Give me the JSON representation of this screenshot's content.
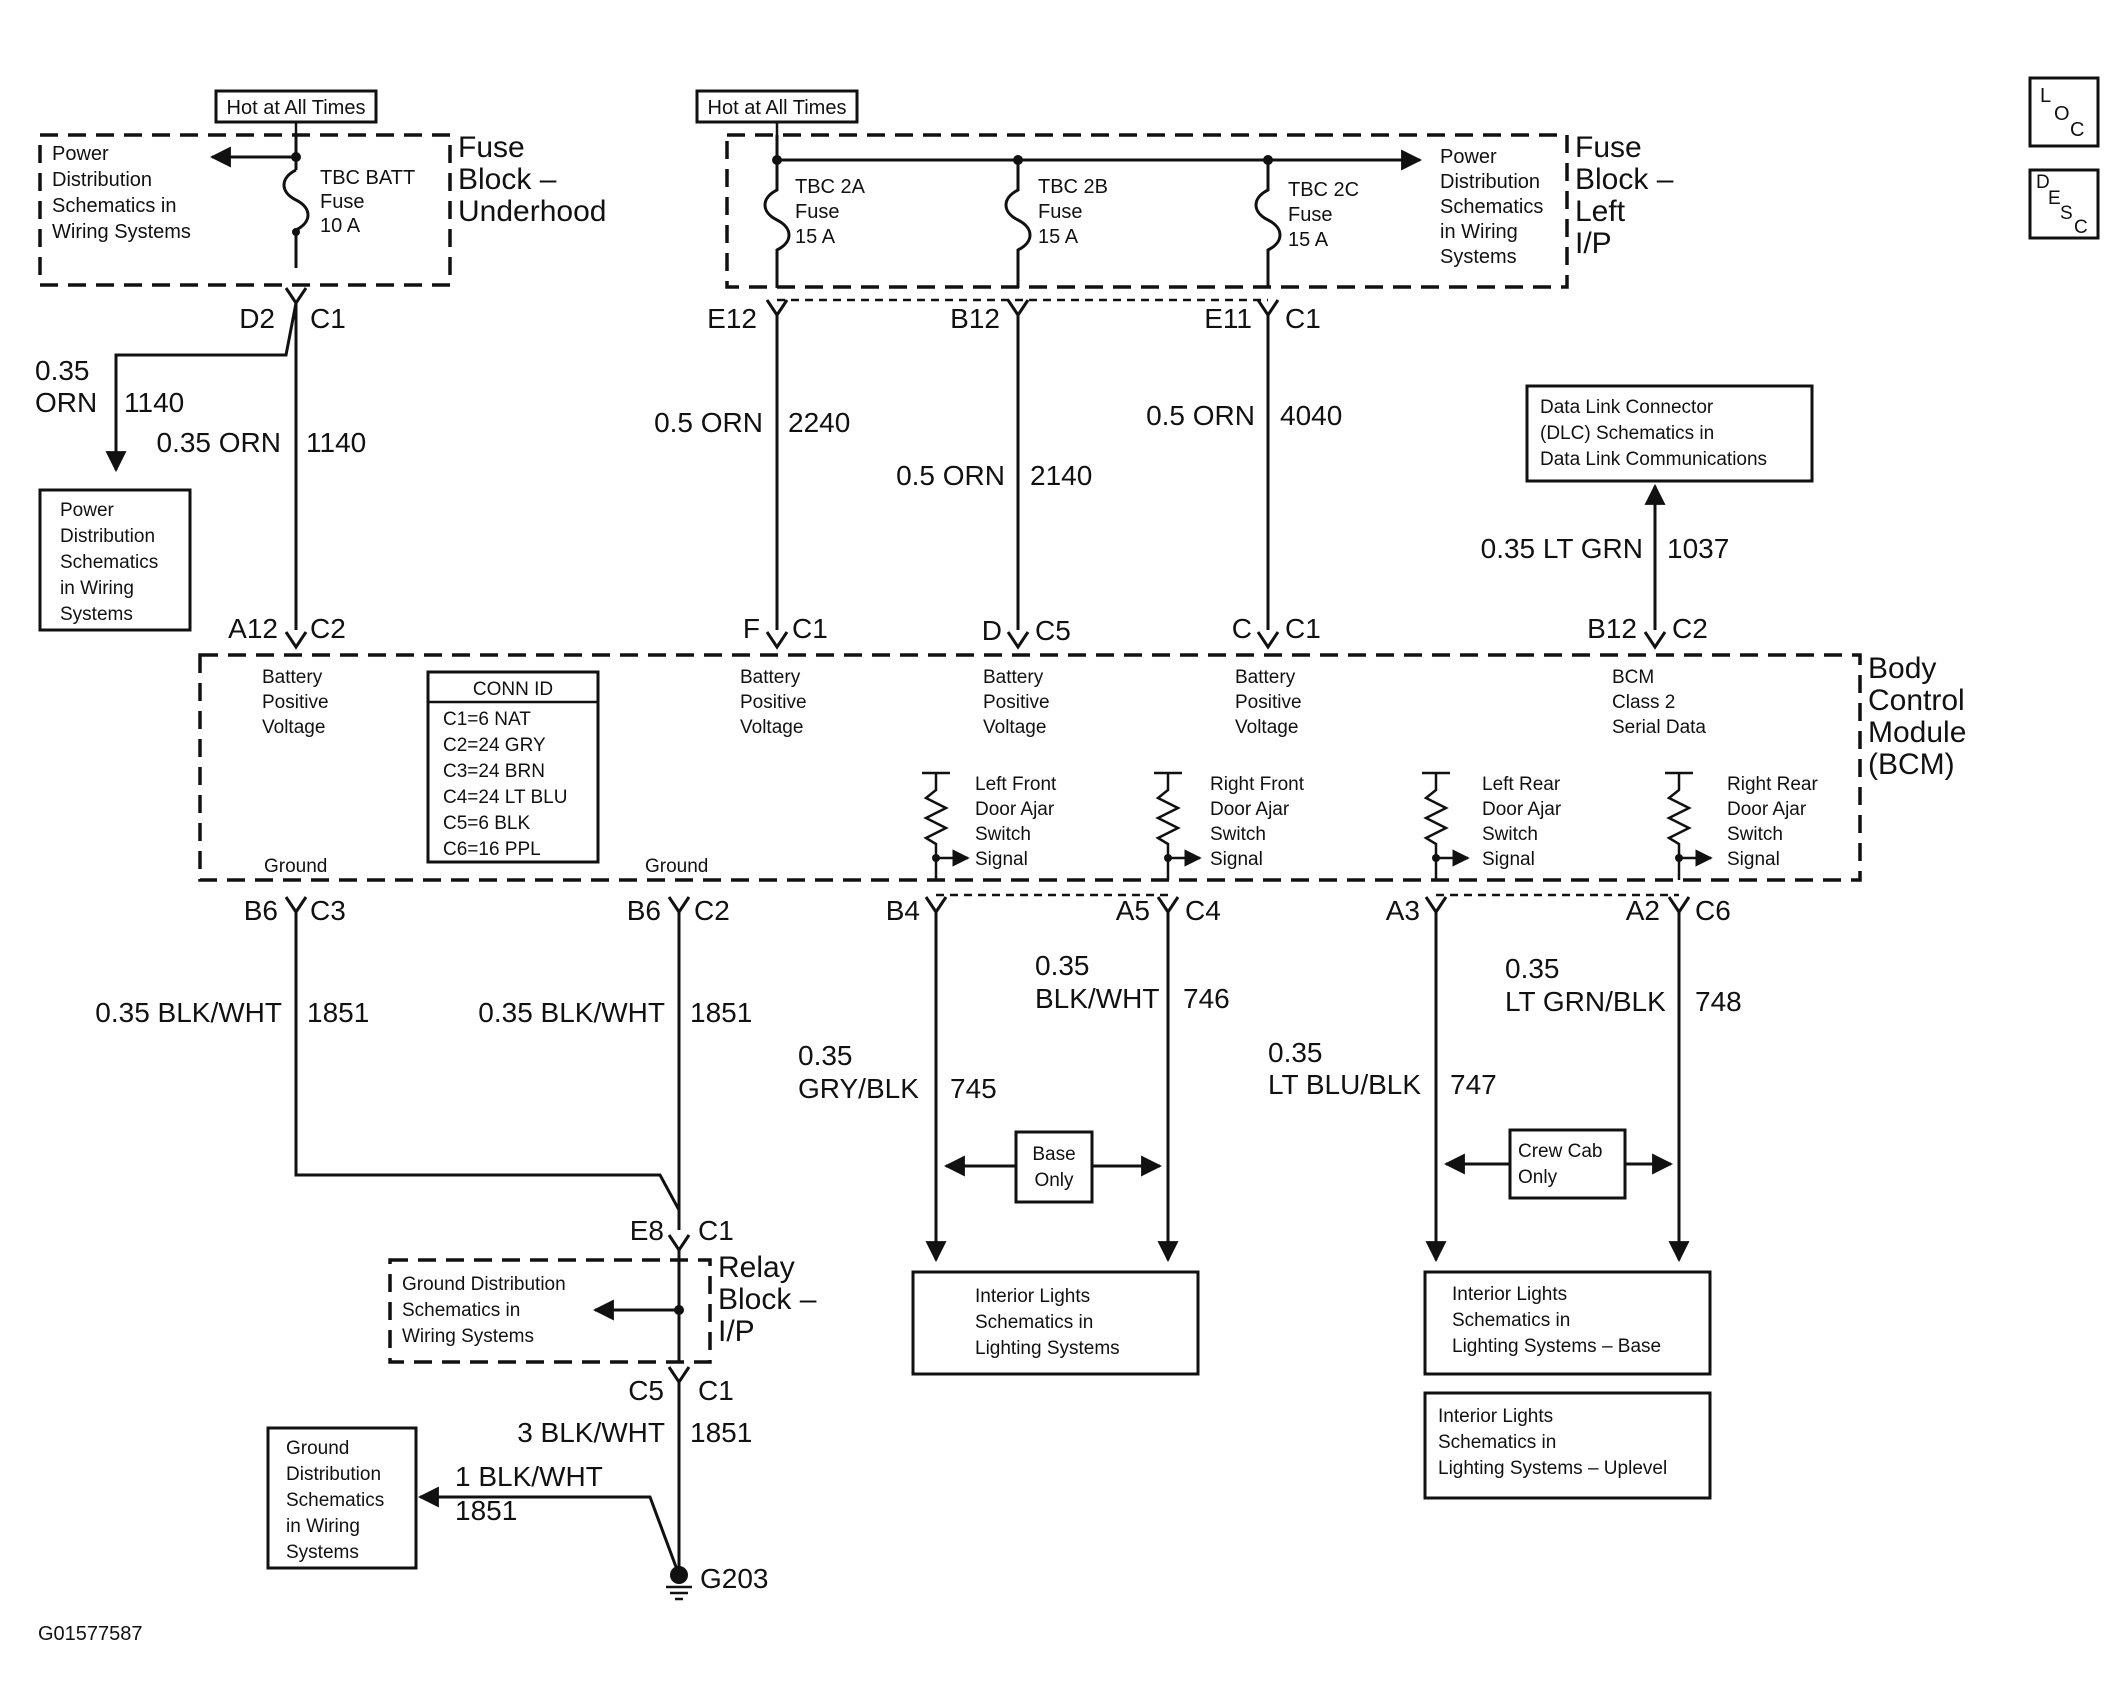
{
  "hot_labels": {
    "left": "Hot at All Times",
    "middle": "Hot at All Times"
  },
  "fuse_block_underhood": {
    "title": [
      "Fuse",
      "Block –",
      "Underhood"
    ],
    "power_ref": [
      "Power",
      "Distribution",
      "Schematics in",
      "Wiring Systems"
    ],
    "fuse": [
      "TBC BATT",
      "Fuse",
      "10 A"
    ]
  },
  "fuse_block_left_ip": {
    "title": [
      "Fuse",
      "Block –",
      "Left",
      "I/P"
    ],
    "power_ref": [
      "Power",
      "Distribution",
      "Schematics",
      "in Wiring",
      "Systems"
    ],
    "fuses": [
      [
        "TBC 2A",
        "Fuse",
        "15 A"
      ],
      [
        "TBC 2B",
        "Fuse",
        "15 A"
      ],
      [
        "TBC 2C",
        "Fuse",
        "15 A"
      ]
    ]
  },
  "connectors": {
    "d2": "D2",
    "c1_a": "C1",
    "e12": "E12",
    "b12_top": "B12",
    "e11": "E11",
    "c1_b": "C1",
    "a12": "A12",
    "c2_a": "C2",
    "f": "F",
    "c1_c": "C1",
    "d": "D",
    "c5_a": "C5",
    "c": "C",
    "c1_d": "C1",
    "b12_bcm": "B12",
    "c2_b": "C2",
    "b6_a": "B6",
    "c3": "C3",
    "b6_b": "B6",
    "c2_c": "C2",
    "b4": "B4",
    "a5": "A5",
    "c4": "C4",
    "a3": "A3",
    "a2": "A2",
    "c6": "C6",
    "e8": "E8",
    "c1_e": "C1",
    "c5_b": "C5",
    "c1_f": "C1",
    "g203": "G203"
  },
  "wires": {
    "w1140_branch_gauge": "0.35",
    "w1140_branch_color": "ORN",
    "w1140_branch_circuit": "1140",
    "w1140_main": "0.35 ORN",
    "w1140_main_circuit": "1140",
    "w2240": "0.5 ORN",
    "w2240_circuit": "2240",
    "w2140": "0.5 ORN",
    "w2140_circuit": "2140",
    "w4040": "0.5 ORN",
    "w4040_circuit": "4040",
    "w1037": "0.35 LT GRN",
    "w1037_circuit": "1037",
    "w1851_a": "0.35 BLK/WHT",
    "w1851_a_circuit": "1851",
    "w1851_b": "0.35 BLK/WHT",
    "w1851_b_circuit": "1851",
    "w745_gauge": "0.35",
    "w745_color": "GRY/BLK",
    "w745_circuit": "745",
    "w746_gauge": "0.35",
    "w746_color": "BLK/WHT",
    "w746_circuit": "746",
    "w747_gauge": "0.35",
    "w747_color": "LT BLU/BLK",
    "w747_circuit": "747",
    "w748_gauge": "0.35",
    "w748_color": "LT GRN/BLK",
    "w748_circuit": "748",
    "w1851_c": "3 BLK/WHT",
    "w1851_c_circuit": "1851",
    "w1851_d": "1 BLK/WHT",
    "w1851_d_circuit": "1851"
  },
  "power_dist_ref_left": [
    "Power",
    "Distribution",
    "Schematics",
    "in Wiring",
    "Systems"
  ],
  "dlc_ref": [
    "Data Link Connector",
    "(DLC) Schematics in",
    "Data Link Communications"
  ],
  "bcm": {
    "title": [
      "Body",
      "Control",
      "Module",
      "(BCM)"
    ],
    "batt_pos": [
      "Battery",
      "Positive",
      "Voltage"
    ],
    "serial": [
      "BCM",
      "Class 2",
      "Serial Data"
    ],
    "ground": "Ground",
    "conn_id_title": "CONN ID",
    "conn_ids": [
      "C1=6 NAT",
      "C2=24 GRY",
      "C3=24 BRN",
      "C4=24 LT BLU",
      "C5=6 BLK",
      "C6=16 PPL"
    ],
    "switches": [
      [
        "Left Front",
        "Door Ajar",
        "Switch",
        "Signal"
      ],
      [
        "Right Front",
        "Door Ajar",
        "Switch",
        "Signal"
      ],
      [
        "Left Rear",
        "Door Ajar",
        "Switch",
        "Signal"
      ],
      [
        "Right Rear",
        "Door Ajar",
        "Switch",
        "Signal"
      ]
    ]
  },
  "base_only": [
    "Base",
    "Only"
  ],
  "crew_cab_only": [
    "Crew Cab",
    "Only"
  ],
  "interior_lights_1": [
    "Interior Lights",
    "Schematics in",
    "Lighting Systems"
  ],
  "interior_lights_base": [
    "Interior Lights",
    "Schematics in",
    "Lighting Systems – Base"
  ],
  "interior_lights_uplevel": [
    "Interior Lights",
    "Schematics in",
    "Lighting Systems – Uplevel"
  ],
  "relay_block": {
    "title": [
      "Relay",
      "Block –",
      "I/P"
    ],
    "ground_ref": [
      "Ground Distribution",
      "Schematics in",
      "Wiring Systems"
    ]
  },
  "ground_dist_ref": [
    "Ground",
    "Distribution",
    "Schematics",
    "in Wiring",
    "Systems"
  ],
  "side_icons": {
    "loc": [
      "L",
      "O",
      "C"
    ],
    "desc": [
      "D",
      "E",
      "S",
      "C"
    ]
  },
  "figure_id": "G01577587"
}
